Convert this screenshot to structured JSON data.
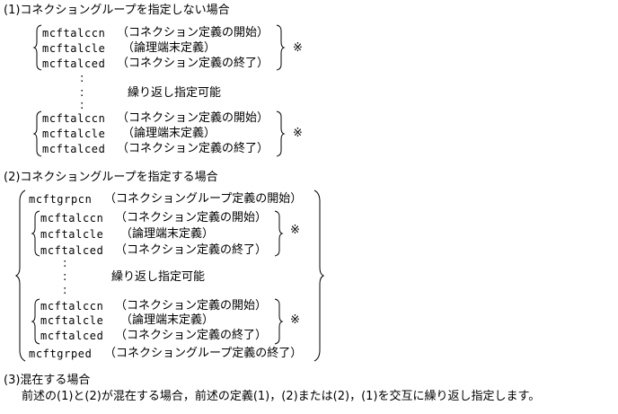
{
  "section1": {
    "heading": "(1)コネクショングループを指定しない場合",
    "block_a": {
      "rows": [
        {
          "command": "mcftalccn",
          "desc": "（コネクション定義の開始）"
        },
        {
          "command": "mcftalcle",
          "desc": "（論理端末定義）"
        },
        {
          "command": "mcftalced",
          "desc": "（コネクション定義の終了）"
        }
      ],
      "mark": "※"
    },
    "dots": [
      ":",
      ":",
      ":"
    ],
    "repeat_label": "繰り返し指定可能",
    "block_b": {
      "rows": [
        {
          "command": "mcftalccn",
          "desc": "（コネクション定義の開始）"
        },
        {
          "command": "mcftalcle",
          "desc": "（論理端末定義）"
        },
        {
          "command": "mcftalced",
          "desc": "（コネクション定義の終了）"
        }
      ],
      "mark": "※"
    }
  },
  "section2": {
    "heading": "(2)コネクショングループを指定する場合",
    "group_start": {
      "command": "mcftgrpcn",
      "desc": "（コネクショングループ定義の開始）"
    },
    "block_a": {
      "rows": [
        {
          "command": "mcftalccn",
          "desc": "（コネクション定義の開始）"
        },
        {
          "command": "mcftalcle",
          "desc": "（論理端末定義）"
        },
        {
          "command": "mcftalced",
          "desc": "（コネクション定義の終了）"
        }
      ],
      "mark": "※"
    },
    "dots": [
      ":",
      ":",
      ":"
    ],
    "repeat_label": "繰り返し指定可能",
    "block_b": {
      "rows": [
        {
          "command": "mcftalccn",
          "desc": "（コネクション定義の開始）"
        },
        {
          "command": "mcftalcle",
          "desc": "（論理端末定義）"
        },
        {
          "command": "mcftalced",
          "desc": "（コネクション定義の終了）"
        }
      ],
      "mark": "※"
    },
    "group_end": {
      "command": "mcftgrped",
      "desc": "（コネクショングループ定義の終了）"
    }
  },
  "section3": {
    "heading": "(3)混在する場合",
    "body": "前述の(1)と(2)が混在する場合，前述の定義(1)，(2)または(2)，(1)を交互に繰り返し指定します。"
  }
}
